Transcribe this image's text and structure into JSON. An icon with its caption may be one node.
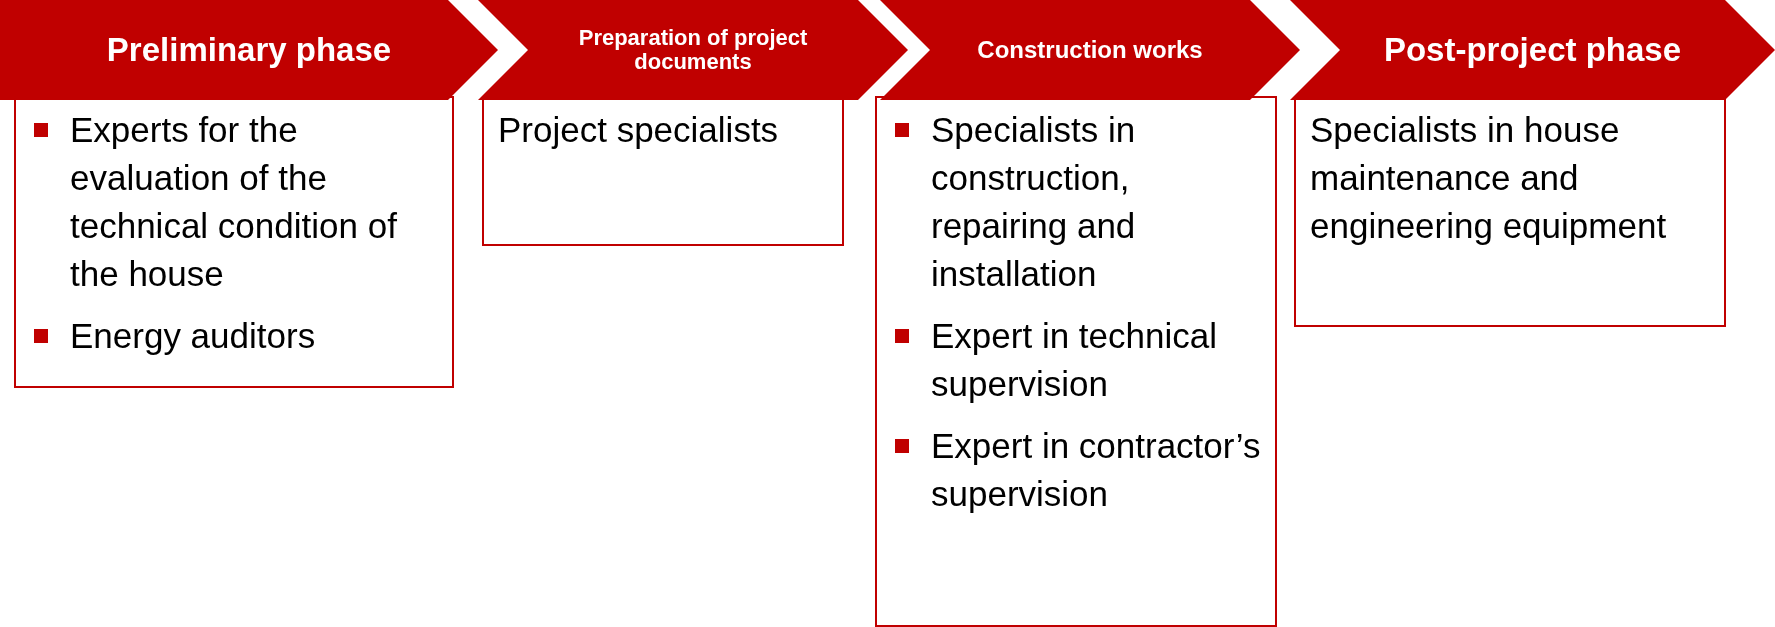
{
  "diagram": {
    "nodes": [
      {
        "text": [
          "Preliminary phase"
        ]
      },
      {
        "text": [
          "Preparation of project documents"
        ]
      },
      {
        "text": [
          "Construction works"
        ]
      },
      {
        "text": [
          "Post-project phase"
        ]
      },
      {
        "text": [
          "Experts for the evaluation of the technical condition of the house",
          "Energy auditors"
        ]
      },
      {
        "text": [
          "Project specialists"
        ]
      },
      {
        "text": [
          "Specialists in construction, repairing and installation",
          "Expert in technical supervision",
          "Expert in contractor’s supervision"
        ]
      },
      {
        "text": [
          "Specialists in house maintenance and engineering equipment"
        ]
      }
    ]
  }
}
